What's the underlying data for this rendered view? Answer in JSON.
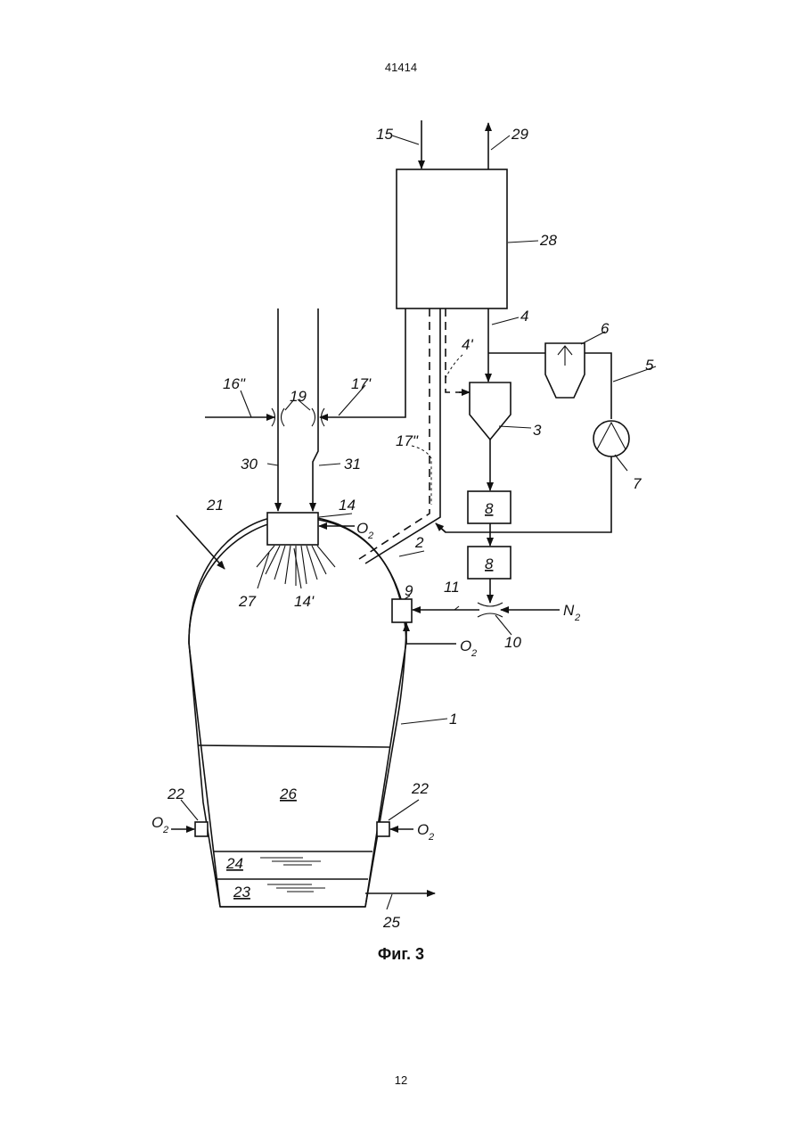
{
  "header": {
    "doc_number": "41414"
  },
  "figure": {
    "caption": "Фиг. 3"
  },
  "footer": {
    "page_number": "12"
  },
  "labels": {
    "l15": "15",
    "l29": "29",
    "l28": "28",
    "l4": "4",
    "l4p": "4'",
    "l6": "6",
    "l5": "5",
    "l16pp": "16\"",
    "l19": "19",
    "l17p": "17'",
    "l3": "3",
    "l17pp": "17\"",
    "l30": "30",
    "l31": "31",
    "l7": "7",
    "l14": "14",
    "l21": "21",
    "l8a": "8",
    "l8b": "8",
    "l2": "2",
    "l9": "9",
    "l11": "11",
    "l27": "27",
    "l14p": "14'",
    "l10": "10",
    "l1": "1",
    "l26": "26",
    "l22a": "22",
    "l22b": "22",
    "l24": "24",
    "l23": "23",
    "l25": "25"
  },
  "gases": {
    "oxygen": "O",
    "oxygen_sub": "2",
    "nitrogen": "N",
    "nitrogen_sub": "2"
  }
}
